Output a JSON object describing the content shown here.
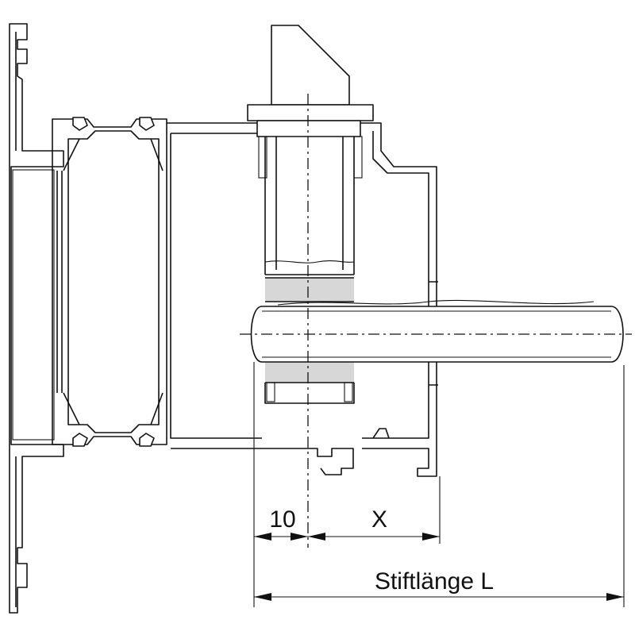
{
  "dimensions": {
    "offset_label": "10",
    "variable_label": "X",
    "pin_length_label": "Stiftlänge L"
  }
}
